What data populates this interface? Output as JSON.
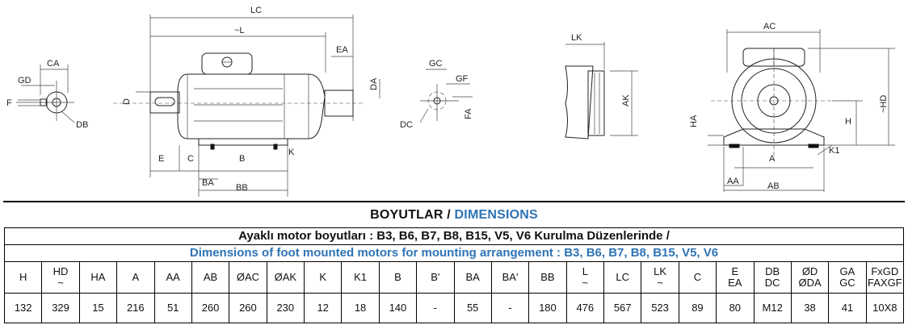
{
  "drawing_labels": {
    "lc": "LC",
    "l": "~L",
    "ea": "EA",
    "da": "DA",
    "d": "D",
    "e": "E",
    "c": "C",
    "b": "B",
    "k": "K",
    "ba": "BA",
    "bb": "BB",
    "ca": "CA",
    "gd": "GD",
    "f": "F",
    "db": "DB",
    "gc": "GC",
    "gf": "GF",
    "dc": "DC",
    "fa": "FA",
    "lk": "LK",
    "ak": "AK",
    "ac": "AC",
    "hd": "~HD",
    "h": "H",
    "ha": "HA",
    "a": "A",
    "aa": "AA",
    "ab": "AB",
    "k1": "K1"
  },
  "section_title": {
    "tr": "BOYUTLAR /",
    "en": "DIMENSIONS"
  },
  "table": {
    "title_tr": "Ayaklı motor boyutları : B3, B6, B7, B8, B15, V5, V6 Kurulma Düzenlerinde /",
    "title_en": "Dimensions of foot mounted motors for mounting arrangement : B3, B6, B7, B8, B15, V5, V6",
    "columns": [
      {
        "top": "H",
        "bottom": ""
      },
      {
        "top": "HD",
        "bottom": "~"
      },
      {
        "top": "HA",
        "bottom": ""
      },
      {
        "top": "A",
        "bottom": ""
      },
      {
        "top": "AA",
        "bottom": ""
      },
      {
        "top": "AB",
        "bottom": ""
      },
      {
        "top": "ØAC",
        "bottom": ""
      },
      {
        "top": "ØAK",
        "bottom": ""
      },
      {
        "top": "K",
        "bottom": ""
      },
      {
        "top": "K1",
        "bottom": ""
      },
      {
        "top": "B",
        "bottom": ""
      },
      {
        "top": "B'",
        "bottom": ""
      },
      {
        "top": "BA",
        "bottom": ""
      },
      {
        "top": "BA'",
        "bottom": ""
      },
      {
        "top": "BB",
        "bottom": ""
      },
      {
        "top": "L",
        "bottom": "~"
      },
      {
        "top": "LC",
        "bottom": ""
      },
      {
        "top": "LK",
        "bottom": "~"
      },
      {
        "top": "C",
        "bottom": ""
      },
      {
        "top": "E",
        "bottom": "EA"
      },
      {
        "top": "DB",
        "bottom": "DC"
      },
      {
        "top": "ØD",
        "bottom": "ØDA"
      },
      {
        "top": "GA",
        "bottom": "GC"
      },
      {
        "top": "FxGD",
        "bottom": "FAXGF"
      }
    ],
    "values": [
      "132",
      "329",
      "15",
      "216",
      "51",
      "260",
      "260",
      "230",
      "12",
      "18",
      "140",
      "-",
      "55",
      "-",
      "180",
      "476",
      "567",
      "523",
      "89",
      "80",
      "M12",
      "38",
      "41",
      "10X8"
    ]
  }
}
